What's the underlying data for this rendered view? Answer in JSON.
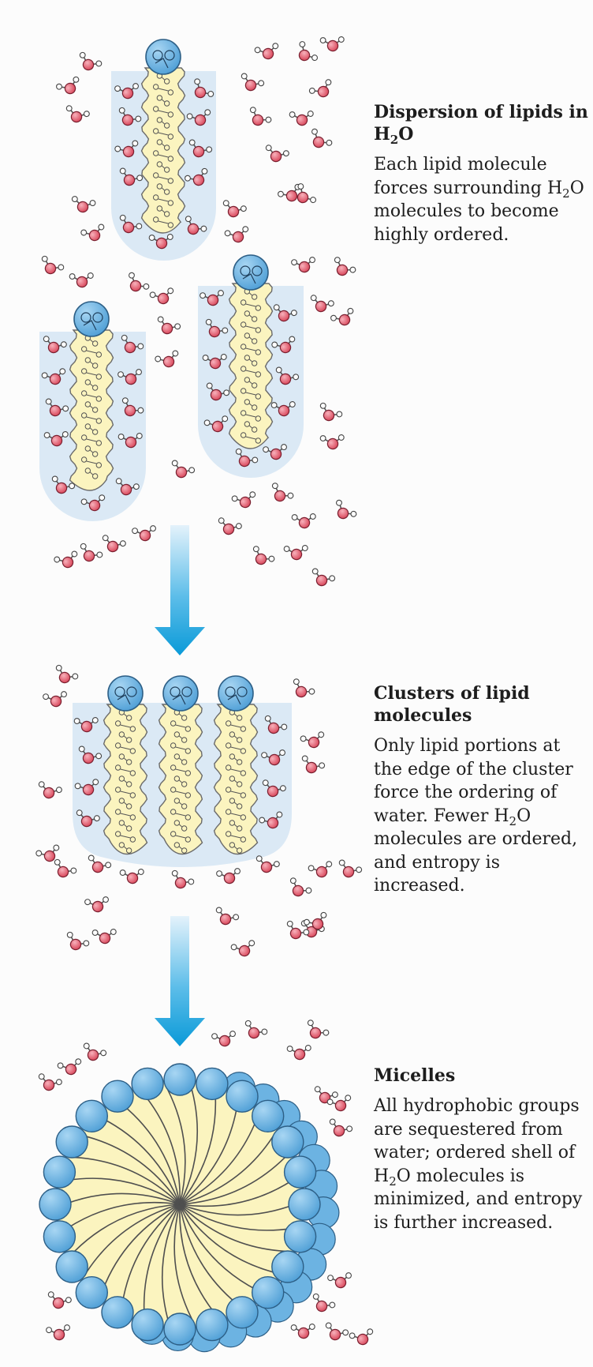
{
  "captions": [
    {
      "id": "dispersion",
      "title_parts": [
        "Dispersion of lipids in H",
        "2",
        "O"
      ],
      "body_parts": [
        "Each lipid molecule forces surrounding H",
        "2",
        "O molecules to become highly ordered."
      ]
    },
    {
      "id": "clusters",
      "title_parts": [
        "Clusters of lipid molecules"
      ],
      "body_parts": [
        "Only lipid portions at the edge of the cluster force the ordering of water. Fewer H",
        "2",
        "O molecules are ordered, and entropy is increased."
      ]
    },
    {
      "id": "micelles",
      "title_parts": [
        "Micelles"
      ],
      "body_parts": [
        "All hydrophobic groups are sequestered from water;  ordered shell of H",
        "2",
        "O molecules is minimized, and entropy is further increased."
      ]
    }
  ],
  "colors": {
    "water_oxygen": "#d9465a",
    "water_hydrogen": "#ffffff",
    "lipid_head": "#5aa8dc",
    "lipid_tail": "#fbf4bf",
    "ordered_shell": "#dbe9f5",
    "arrow": "#0a9ad8"
  }
}
